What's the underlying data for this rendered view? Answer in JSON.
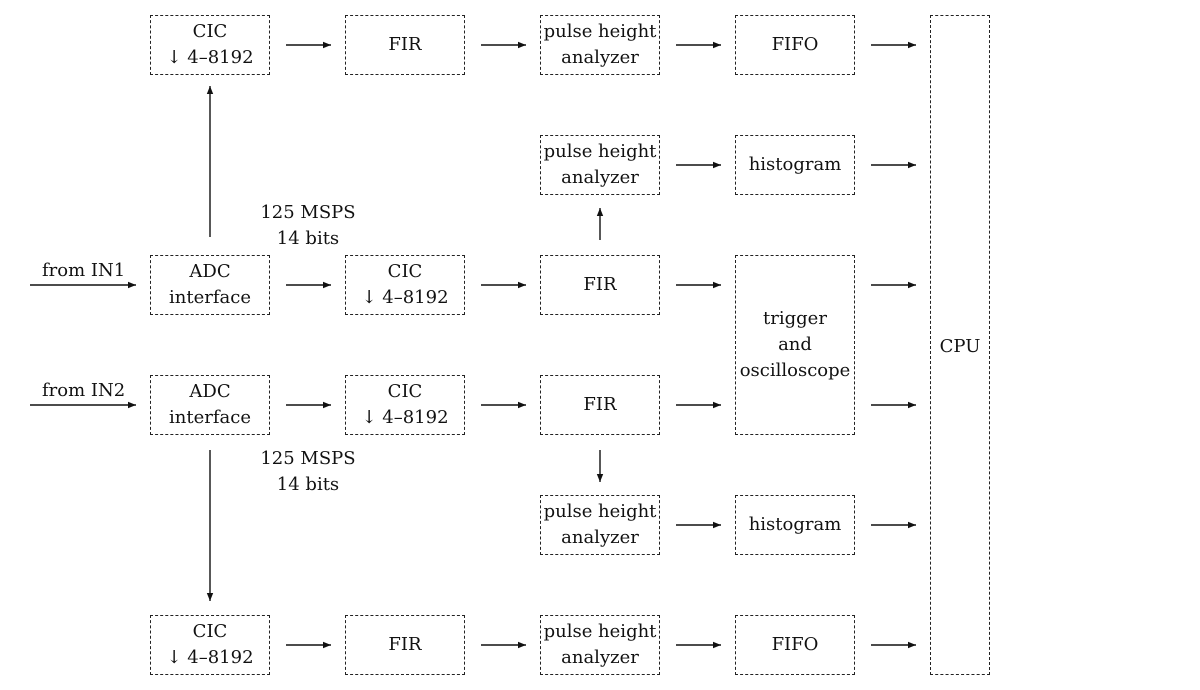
{
  "inputs": {
    "in1": "from IN1",
    "in2": "from IN2"
  },
  "adc": {
    "line1": "ADC",
    "line2": "interface"
  },
  "rate": {
    "line1": "125 MSPS",
    "line2": "14 bits"
  },
  "cic": {
    "line1": "CIC",
    "line2": "↓ 4–8192"
  },
  "fir": "FIR",
  "pha": {
    "line1": "pulse height",
    "line2": "analyzer"
  },
  "fifo": "FIFO",
  "histogram": "histogram",
  "scope": {
    "line1": "trigger",
    "line2": "and",
    "line3": "oscilloscope"
  },
  "cpu": "CPU"
}
